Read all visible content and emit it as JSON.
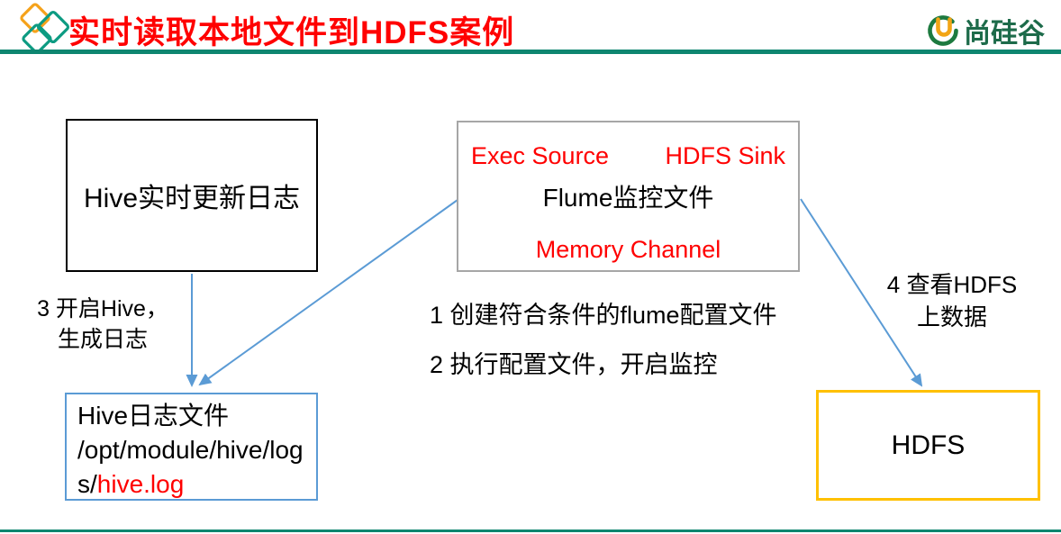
{
  "header": {
    "title": "实时读取本地文件到HDFS案例",
    "brand": "尚硅谷",
    "icons": {
      "left_logo": "three-diamonds-icon",
      "brand_logo": "u-ring-icon"
    },
    "colors": {
      "title_red": "#FF0000",
      "divider_teal": "#0E8670",
      "brand_green": "#1D6B4A",
      "logo_orange": "#F5A21B",
      "logo_teal": "#0D9B82"
    }
  },
  "diagram": {
    "hive_box": {
      "label": "Hive实时更新日志",
      "border_color": "#000000"
    },
    "flume_box": {
      "source": "Exec Source",
      "sink": "HDFS Sink",
      "title": "Flume监控文件",
      "channel": "Memory Channel",
      "border_color": "#A6A6A6",
      "accent_color": "#FF0000"
    },
    "log_box": {
      "title_line": "Hive日志文件",
      "path_prefix": "/opt/module/hive/logs/",
      "path_highlight": "hive.log",
      "border_color": "#5B9BD5",
      "highlight_color": "#FF0000"
    },
    "hdfs_box": {
      "label": "HDFS",
      "border_color": "#FFC000"
    },
    "steps": {
      "step1": "1 创建符合条件的flume配置文件",
      "step2": "2 执行配置文件，开启监控",
      "step3": {
        "line1": "3 开启Hive，",
        "line2": "生成日志"
      },
      "step4": {
        "line1": "4 查看HDFS",
        "line2": "上数据"
      }
    },
    "arrows": {
      "color": "#5B9BD5",
      "list": [
        "hive-box to log-box (vertical down)",
        "flume-box to log-box (diagonal down-left)",
        "flume-box to hdfs-box (diagonal down-right)"
      ]
    }
  }
}
